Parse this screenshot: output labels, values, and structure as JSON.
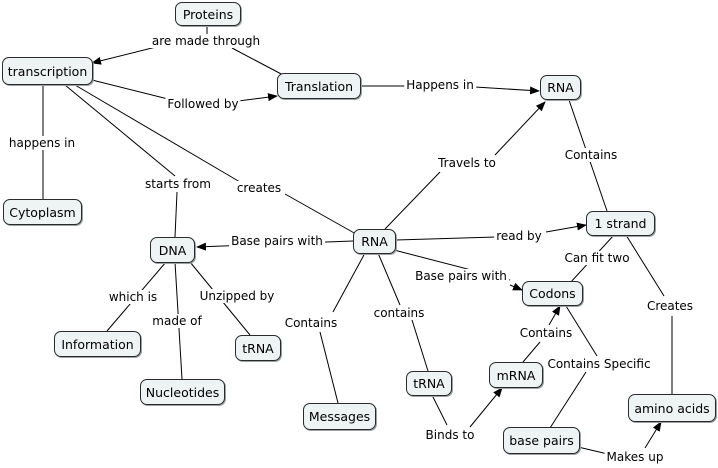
{
  "nodes": {
    "proteins": "Proteins",
    "transcription": "transcription",
    "translation": "Translation",
    "rna_top": "RNA",
    "cytoplasm": "Cytoplasm",
    "dna": "DNA",
    "rna_center": "RNA",
    "one_strand": "1 strand",
    "codons": "Codons",
    "information": "Information",
    "trna_left": "tRNA",
    "nucleotides": "Nucleotides",
    "messages": "Messages",
    "trna_center": "tRNA",
    "mrna": "mRNA",
    "amino_acids": "amino acids",
    "base_pairs": "base pairs"
  },
  "links": {
    "are_made_through": "are made through",
    "followed_by": "Followed by",
    "happens_in_rna": "Happens in",
    "happens_in_cyto": "happens in",
    "starts_from": "starts from",
    "creates": "creates",
    "travels_to": "Travels to",
    "contains_top": "Contains",
    "base_pairs_with_dna": "Base pairs with",
    "read_by": "read by",
    "can_fit_two": "Can fit two",
    "base_pairs_with_codons": "Base pairs with",
    "which_is": "which is",
    "made_of": "made of",
    "unzipped_by": "Unzipped by",
    "contains_messages": "Contains",
    "contains_trna": "contains",
    "creates_amino": "Creates",
    "contains_mrna": "Contains",
    "contains_specific": "Contains Specific",
    "binds_to": "Binds to",
    "makes_up": "Makes up"
  }
}
